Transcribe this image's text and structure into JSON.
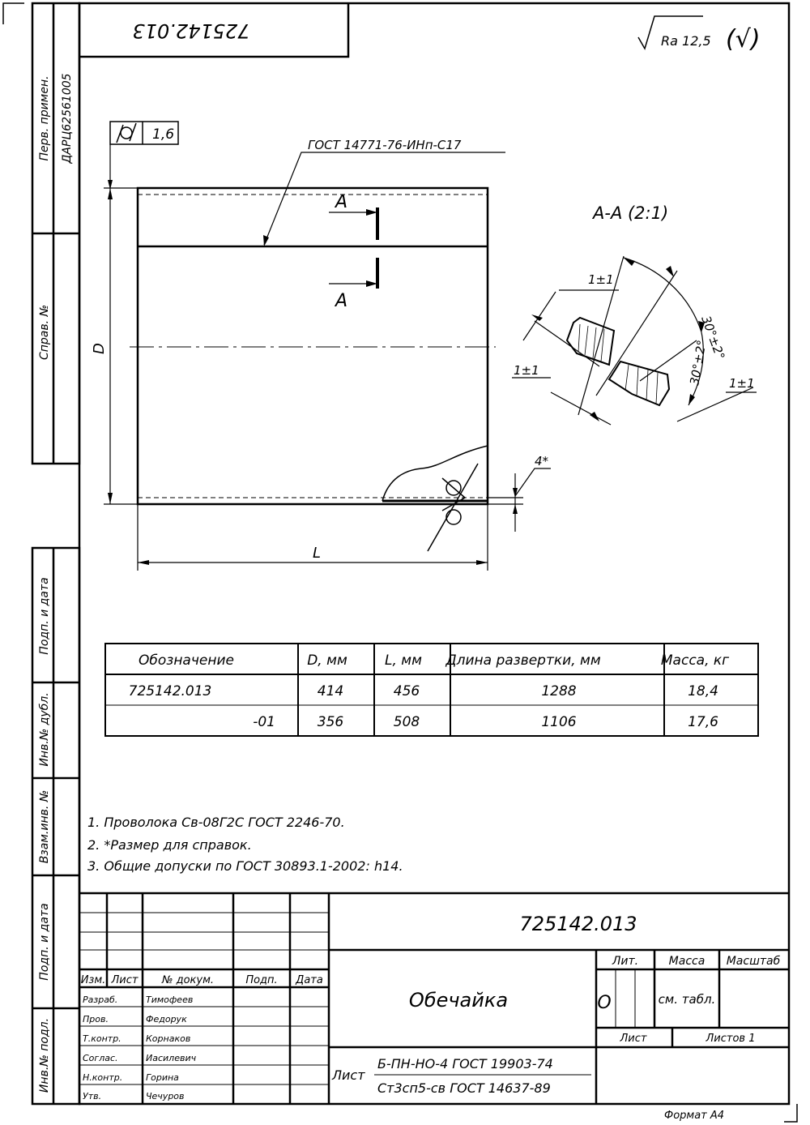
{
  "top_stamp": "725142.013",
  "roughness": {
    "symbol": "√",
    "value": "Ra 12,5",
    "rest": "(√)"
  },
  "flatness_frame": {
    "value": "1,6"
  },
  "weld_callout": "ГОСТ 14771-76-ИНп-С17",
  "section_mark": "А",
  "dims": {
    "D": "D",
    "L": "L",
    "ref": "4*"
  },
  "section_view": {
    "title": "А-А (2:1)",
    "gap1": "1±1",
    "gap2": "1±1",
    "gap3": "1±1",
    "angle1": "30°±2°",
    "angle2": "30°±2°"
  },
  "table": {
    "headers": [
      "Обозначение",
      "D, мм",
      "L, мм",
      "Длина развертки, мм",
      "Масса, кг"
    ],
    "rows": [
      [
        "725142.013",
        "414",
        "456",
        "1288",
        "18,4"
      ],
      [
        "-01",
        "356",
        "508",
        "1106",
        "17,6"
      ]
    ]
  },
  "notes": [
    "1. Проволока Св-08Г2С ГОСТ 2246-70.",
    "2. *Размер для справок.",
    "3. Общие допуски по ГОСТ 30893.1-2002: h14."
  ],
  "left_strip": {
    "perv_primen": "Перв. примен.",
    "perv_value": "ДАРЦ62561005",
    "sprav": "Справ. №",
    "podp_data1": "Подп. и дата",
    "inv_dubl": "Инв.№ дубл.",
    "vzam_inv": "Взам.инв. №",
    "podp_data2": "Подп. и дата",
    "inv_podl": "Инв.№ подл."
  },
  "title_block": {
    "designation": "725142.013",
    "name": "Обечайка",
    "lit_label": "Лит.",
    "massa_label": "Масса",
    "masshtab_label": "Масштаб",
    "lit_value": "О",
    "massa_value": "см. табл.",
    "list_label": "Лист",
    "listov_label": "Листов 1",
    "material_list": "Лист",
    "material_line1": "Б-ПН-НО-4 ГОСТ 19903-74",
    "material_line2": "Ст3сп5-св ГОСТ 14637-89",
    "col_headers": [
      "Изм.",
      "Лист",
      "№ докум.",
      "Подп.",
      "Дата"
    ],
    "roles": [
      [
        "Разраб.",
        "Тимофеев"
      ],
      [
        "Пров.",
        "Федорук"
      ],
      [
        "Т.контр.",
        "Корнаков"
      ],
      [
        "Соглас.",
        "Иасилевич"
      ],
      [
        "Н.контр.",
        "Горина"
      ],
      [
        "Утв.",
        "Чечуров"
      ]
    ]
  },
  "format_label": "Формат А4"
}
